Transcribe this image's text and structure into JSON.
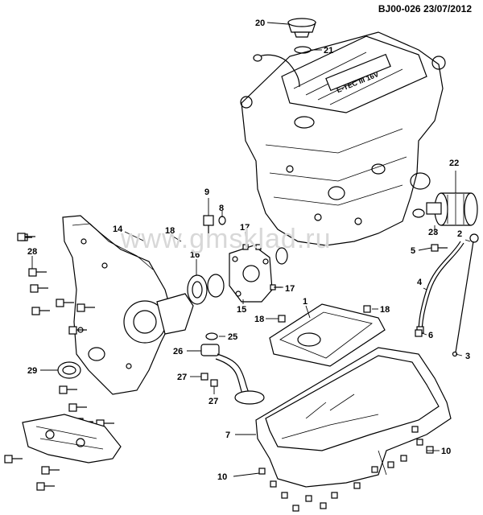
{
  "header": {
    "code": "BJ00-026",
    "date": "23/07/2012"
  },
  "watermark": "www.gmsklad.ru",
  "callouts": [
    {
      "id": "c20",
      "label": "20"
    },
    {
      "id": "c21",
      "label": "21"
    },
    {
      "id": "c22",
      "label": "22"
    },
    {
      "id": "c23",
      "label": "23"
    },
    {
      "id": "c2",
      "label": "2"
    },
    {
      "id": "c5",
      "label": "5"
    },
    {
      "id": "c4",
      "label": "4"
    },
    {
      "id": "c6",
      "label": "6"
    },
    {
      "id": "c3",
      "label": "3"
    },
    {
      "id": "c9",
      "label": "9"
    },
    {
      "id": "c8",
      "label": "8"
    },
    {
      "id": "c14",
      "label": "14"
    },
    {
      "id": "c18a",
      "label": "18"
    },
    {
      "id": "c17a",
      "label": "17"
    },
    {
      "id": "c16",
      "label": "16"
    },
    {
      "id": "c17b",
      "label": "17"
    },
    {
      "id": "c15",
      "label": "15"
    },
    {
      "id": "c1",
      "label": "1"
    },
    {
      "id": "c18b",
      "label": "18"
    },
    {
      "id": "c18c",
      "label": "18"
    },
    {
      "id": "c28",
      "label": "28"
    },
    {
      "id": "c25",
      "label": "25"
    },
    {
      "id": "c26",
      "label": "26"
    },
    {
      "id": "c27a",
      "label": "27"
    },
    {
      "id": "c27b",
      "label": "27"
    },
    {
      "id": "c29",
      "label": "29"
    },
    {
      "id": "c7",
      "label": "7"
    },
    {
      "id": "c10a",
      "label": "10"
    },
    {
      "id": "c10b",
      "label": "10"
    }
  ],
  "engine_text": "E-TEC III 16V"
}
